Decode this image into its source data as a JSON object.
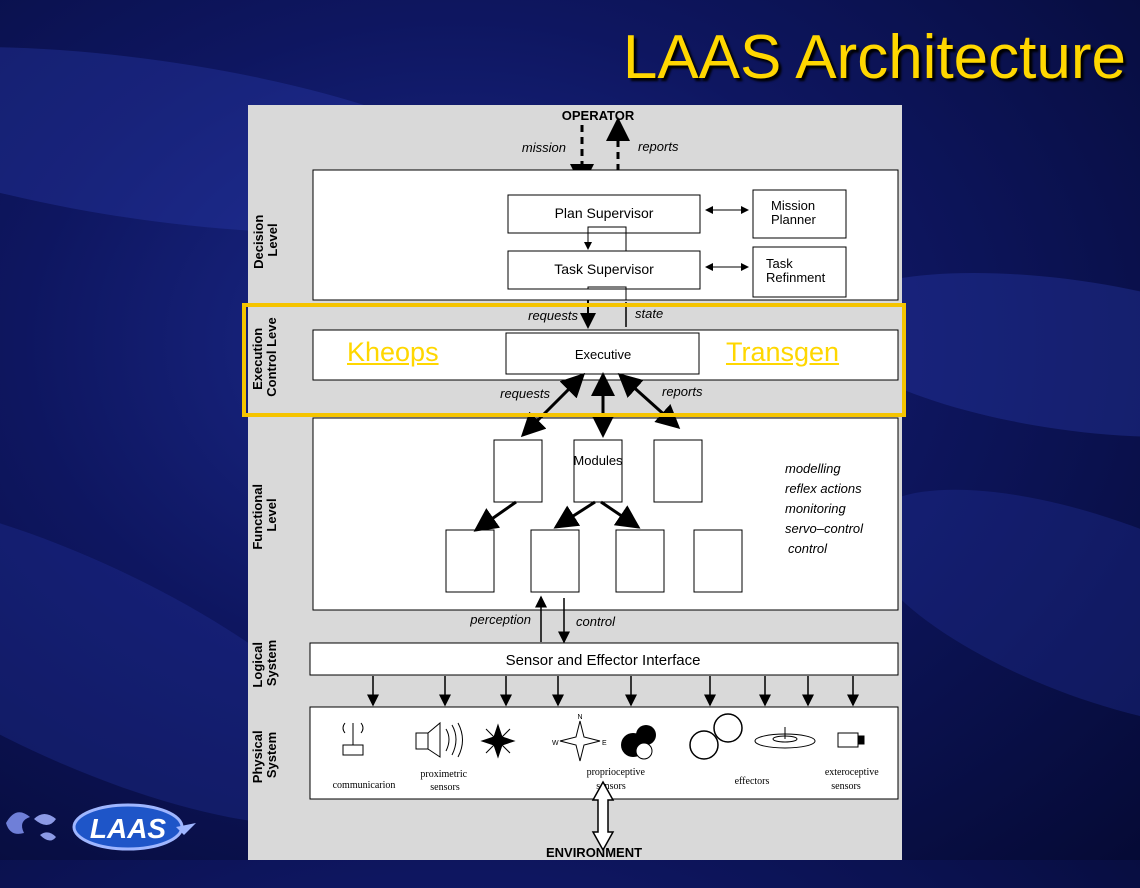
{
  "slide": {
    "title": "LAAS Architecture"
  },
  "diagram": {
    "operator": "OPERATOR",
    "mission": "mission",
    "reports_top": "reports",
    "decision_level": [
      "Decision",
      "Level"
    ],
    "plan_supervisor": "Plan Supervisor",
    "mission_planner": [
      "Mission",
      "Planner"
    ],
    "task_supervisor": "Task Supervisor",
    "task_refinment": [
      "Task",
      "Refinment"
    ],
    "execution_level": [
      "Execution",
      "Control Leve"
    ],
    "requests_top": "requests",
    "state": "state",
    "executive": "Executive",
    "requests_bottom": "requests",
    "reports_bottom": "reports",
    "functional_level": [
      "Functional",
      "Level"
    ],
    "modules": "Modules",
    "functions": [
      "modelling",
      "reflex actions",
      "monitoring",
      "servo–control",
      "control"
    ],
    "perception": "perception",
    "control": "control",
    "logical_system": [
      "Logical",
      "System"
    ],
    "interface": "Sensor and Effector Interface",
    "physical_system": [
      "Physical",
      "System"
    ],
    "devices": {
      "communication": "communicarion",
      "proximetric": [
        "proximetric",
        "sensors"
      ],
      "proprioceptive": [
        "proprioceptive",
        "sensors"
      ],
      "effectors": "effectors",
      "exteroceptive": [
        "exteroceptive",
        "sensors"
      ]
    },
    "environment": "ENVIRONMENT"
  },
  "highlight": {
    "kheops": "Kheops",
    "transgen": "Transgen"
  },
  "logo": {
    "text": "LAAS"
  },
  "colors": {
    "accent": "#ffd700",
    "highlight_border": "#f5c400",
    "diagram_bg": "#d9d9d9"
  }
}
